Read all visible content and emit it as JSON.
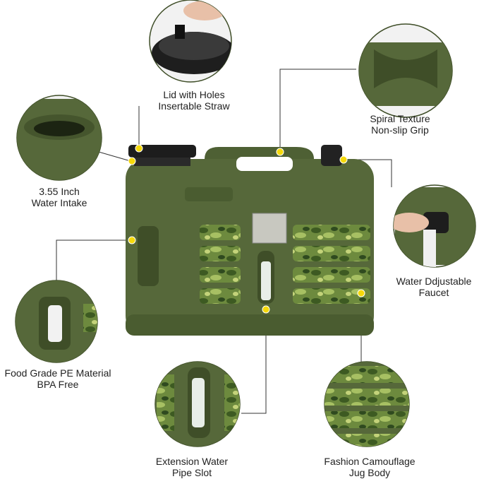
{
  "features": [
    {
      "id": "lid",
      "line1": "Lid with Holes",
      "line2": "Insertable Straw"
    },
    {
      "id": "grip",
      "line1": "Spiral Texture",
      "line2": "Non-slip Grip"
    },
    {
      "id": "intake",
      "line1": "3.55 Inch",
      "line2": "Water Intake"
    },
    {
      "id": "faucet",
      "line1": "Water Ddjustable",
      "line2": "Faucet"
    },
    {
      "id": "material",
      "line1": "Food Grade PE Material",
      "line2": "BPA Free"
    },
    {
      "id": "pipe",
      "line1": "Extension Water",
      "line2": "Pipe Slot"
    },
    {
      "id": "body",
      "line1": "Fashion Camouflage",
      "line2": "Jug Body"
    }
  ],
  "colors": {
    "jug": "#56683a",
    "jug_dark": "#3f4e28",
    "dot": "#f5d90a",
    "line": "#333333",
    "camo": "#7f9a4c"
  }
}
